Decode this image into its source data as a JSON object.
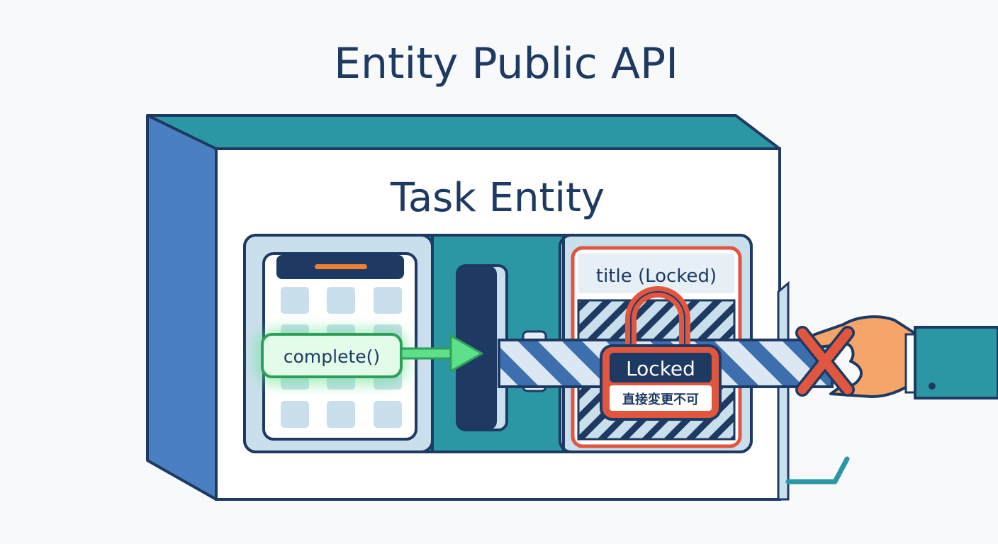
{
  "title": "Entity Public API",
  "entity": {
    "label": "Task Entity"
  },
  "method": {
    "label": "complete()"
  },
  "locked_field": {
    "label": "title (Locked)"
  },
  "lock": {
    "label": "Locked",
    "sublabel": "直接変更不可"
  },
  "colors": {
    "navy": "#1e3a62",
    "teal": "#2b97a5",
    "blue_side": "#4a7fc1",
    "green": "#5ee08a",
    "red": "#e0563f",
    "orange": "#ee8033",
    "light_blue": "#c9dfec"
  },
  "icons": [
    "padlock-icon",
    "deny-x-icon",
    "hand-icon",
    "arrow-right-icon"
  ]
}
